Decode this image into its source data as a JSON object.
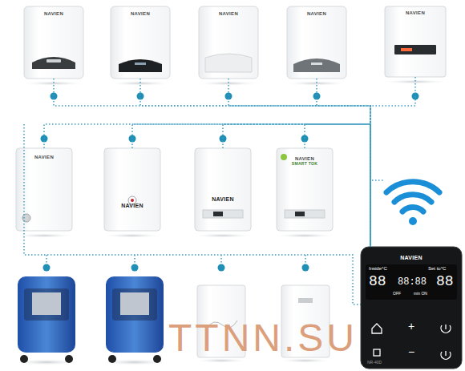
{
  "diagram": {
    "nodes": [
      {
        "text": [
          "NAVIEN"
        ]
      },
      {
        "text": [
          "NAVIEN"
        ]
      },
      {
        "text": [
          "NAVIEN"
        ]
      },
      {
        "text": [
          "NAVIEN"
        ]
      },
      {
        "text": [
          "NAVIEN"
        ]
      },
      {
        "text": [
          "NAVIEN"
        ]
      },
      {
        "text": [
          "NAVIEN"
        ]
      },
      {
        "text": [
          "NAVIEN"
        ]
      },
      {
        "text": [
          "NAVIEN",
          "SMART TOK"
        ]
      },
      {
        "text": [
          "NAVIEN"
        ]
      }
    ],
    "edges": [
      {
        "from": 0,
        "to": 9,
        "arrow": "none"
      },
      {
        "from": 1,
        "to": 9,
        "arrow": "none"
      },
      {
        "from": 2,
        "to": 9,
        "arrow": "none"
      },
      {
        "from": 3,
        "to": 9,
        "arrow": "none"
      },
      {
        "from": 4,
        "to": 9,
        "arrow": "none"
      },
      {
        "from": 5,
        "to": 9,
        "arrow": "none"
      },
      {
        "from": 6,
        "to": 9,
        "arrow": "none"
      },
      {
        "from": 7,
        "to": 9,
        "arrow": "none"
      },
      {
        "from": 8,
        "to": 9,
        "arrow": "none"
      }
    ],
    "labels": [
      "Inside°C",
      "Set to°C",
      "88",
      "88:88",
      "88",
      "OFF",
      "min ON",
      "+",
      "−",
      "NR-40D",
      "TTNN.SU"
    ]
  }
}
